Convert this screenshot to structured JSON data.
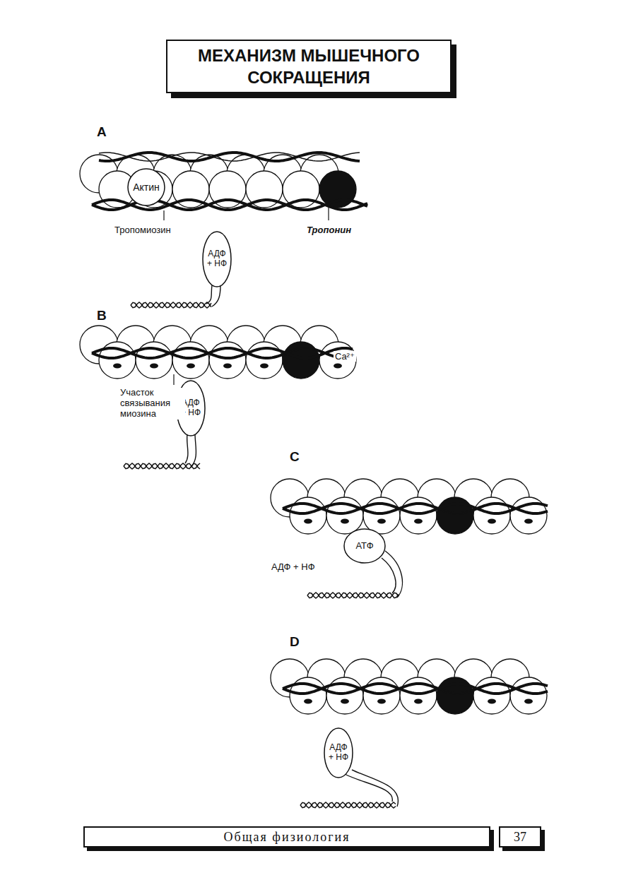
{
  "diagram": {
    "title": "МЕХАНИЗМ МЫШЕЧНОГО СОКРАЩЕНИЯ",
    "nodes": [
      {
        "text": [
          "Актин"
        ]
      },
      {
        "text": [
          "АДФ + НФ"
        ]
      },
      {
        "text": [
          "АДФ + НФ"
        ]
      },
      {
        "text": [
          "АТФ"
        ]
      },
      {
        "text": [
          "АДФ + НФ"
        ]
      },
      {
        "text": [
          "Общая физиология"
        ]
      },
      {
        "text": [
          "37"
        ]
      }
    ],
    "labels": [
      "A",
      "Тропомиозин",
      "Тропонин",
      "B",
      "Ca²⁺",
      "Участок связывания миозина",
      "C",
      "АДФ + НФ",
      "D"
    ]
  }
}
